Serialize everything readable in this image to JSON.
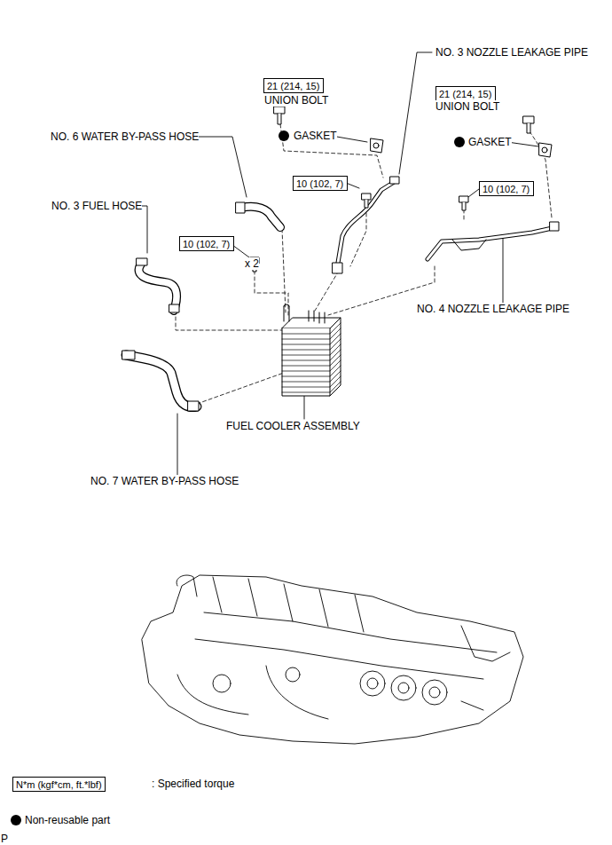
{
  "diagram": {
    "nodes": [
      {
        "text": [
          "21 (214, 15)"
        ]
      },
      {
        "text": [
          "21 (214, 15)"
        ]
      },
      {
        "text": [
          "10 (102, 7)"
        ]
      },
      {
        "text": [
          "10 (102, 7)"
        ]
      },
      {
        "text": [
          "10 (102, 7)"
        ]
      },
      {
        "text": [
          "N*m (kgf*cm, ft.*lbf)"
        ]
      }
    ],
    "labels": [
      "NO. 3 NOZZLE LEAKAGE PIPE",
      "UNION BOLT",
      "UNION BOLT",
      "GASKET",
      "GASKET",
      "NO. 6 WATER BY-PASS HOSE",
      "NO. 3 FUEL HOSE",
      "x 2",
      "NO. 4 NOZZLE LEAKAGE PIPE",
      "FUEL COOLER ASSEMBLY",
      "NO. 7 WATER BY-PASS HOSE",
      "P"
    ],
    "legend": [
      {
        "text": ": Specified torque"
      },
      {
        "text": "Non-reusable part"
      }
    ]
  }
}
